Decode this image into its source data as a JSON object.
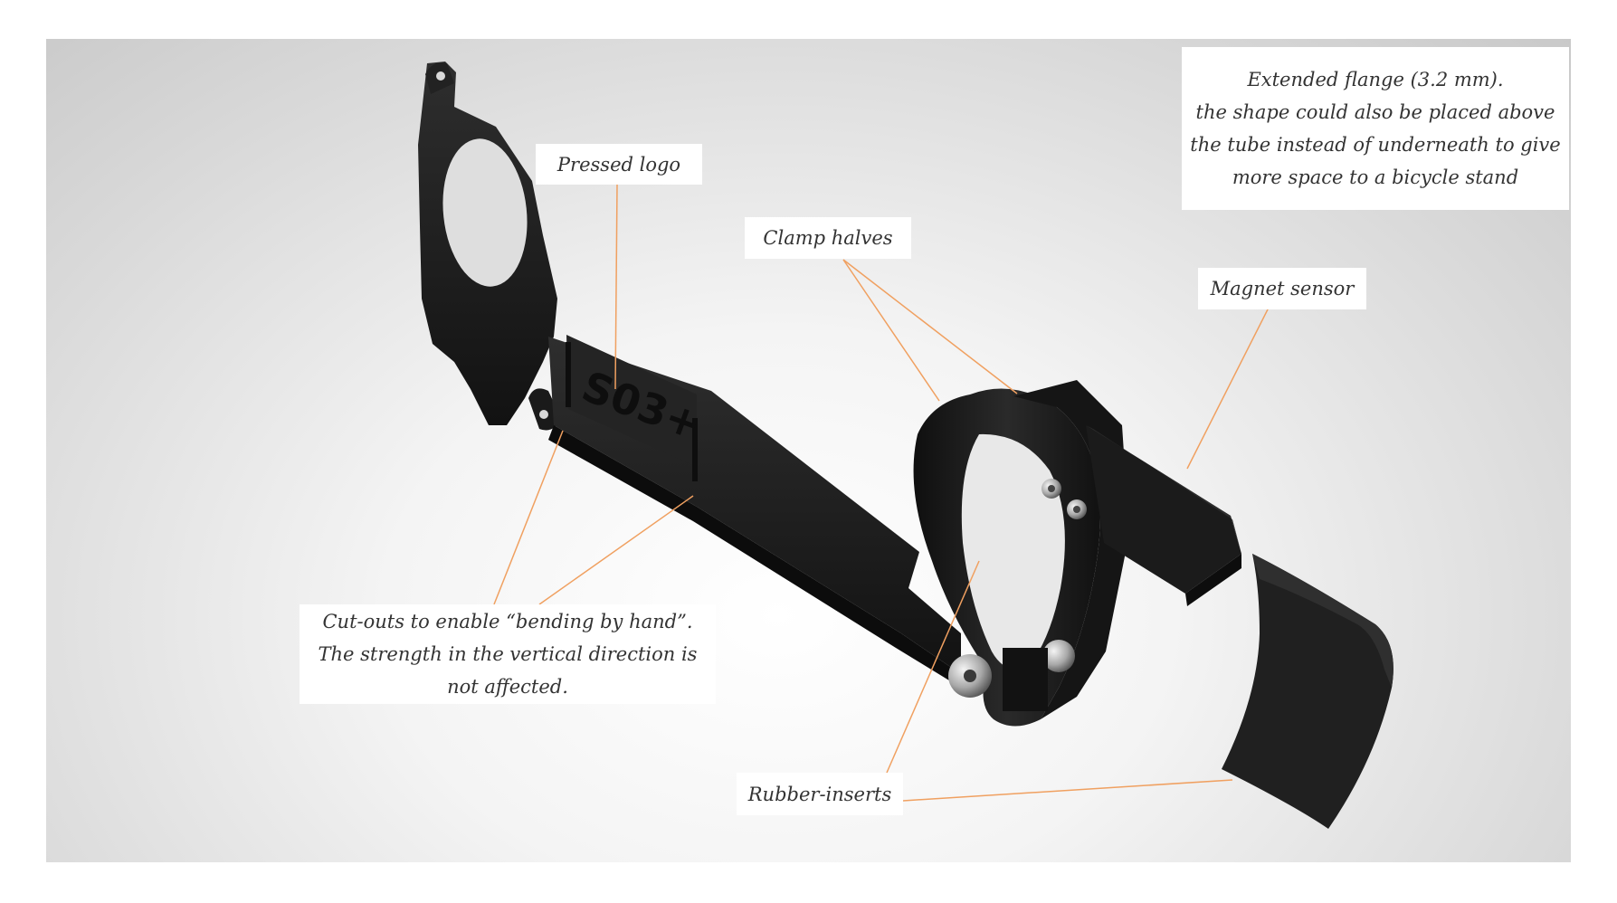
{
  "callouts": {
    "pressed_logo": "Pressed logo",
    "clamp_halves": "Clamp halves",
    "magnet_sensor": "Magnet sensor",
    "rubber_inserts": "Rubber-inserts",
    "flange": {
      "line1": "Extended flange (3.2 mm).",
      "line2": "the shape could also be placed above",
      "line3": "the tube instead of underneath to give",
      "line4": "more space to a bicycle stand"
    },
    "cutouts": {
      "line1": "Cut-outs to enable “bending by hand”.",
      "line2": "The strength in the vertical direction is",
      "line3": "not affected."
    }
  },
  "part": {
    "logo_text": "S03+"
  },
  "colors": {
    "leader_line": "#f0a060",
    "part_black": "#1c1c1c",
    "background_light": "#f4f4f4"
  }
}
